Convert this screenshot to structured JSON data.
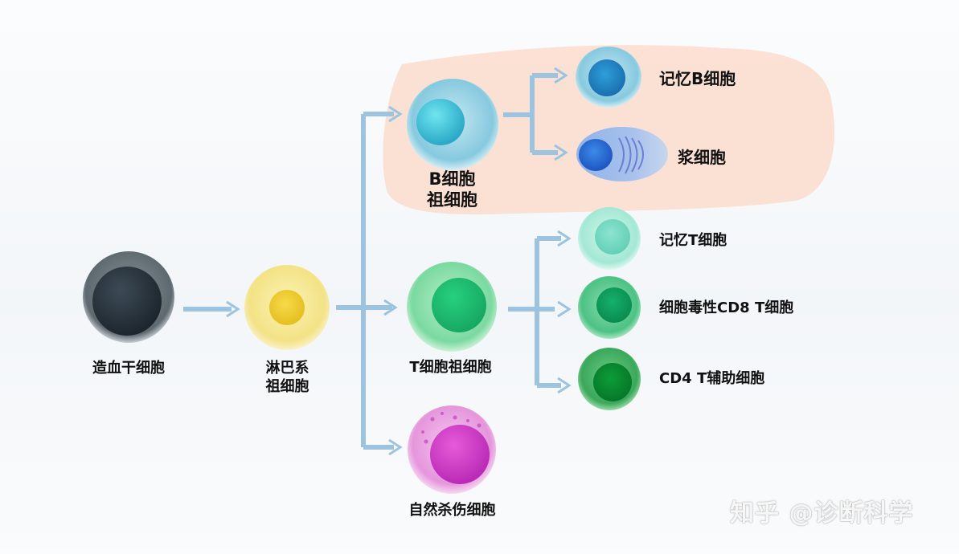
{
  "nodes": {
    "hsc": "造血干细胞",
    "lymphoid_line1": "淋巴系",
    "lymphoid_line2": "祖细胞",
    "b_prog_line1": "B细胞",
    "b_prog_line2": "祖细胞",
    "t_prog": "T细胞祖细胞",
    "nk": "自然杀伤细胞",
    "memory_b": "记忆B细胞",
    "plasma": "浆细胞",
    "memory_t": "记忆T细胞",
    "cd8": "细胞毒性CD8 T细胞",
    "cd4": "CD4 T辅助细胞"
  },
  "watermark": "知乎 @诊断科学",
  "colors": {
    "arrow": "#9cc3e0",
    "b_region": "#fcdccb",
    "hsc": "#4e5a63",
    "lymphoid": "#f5e37a",
    "b_cell": "#7cc4e0",
    "t_cell": "#6fd39a",
    "nk_cell": "#e28fd8",
    "memory_t": "#9fe6d2",
    "cd8": "#3fbf7e",
    "cd4": "#2fa654"
  }
}
